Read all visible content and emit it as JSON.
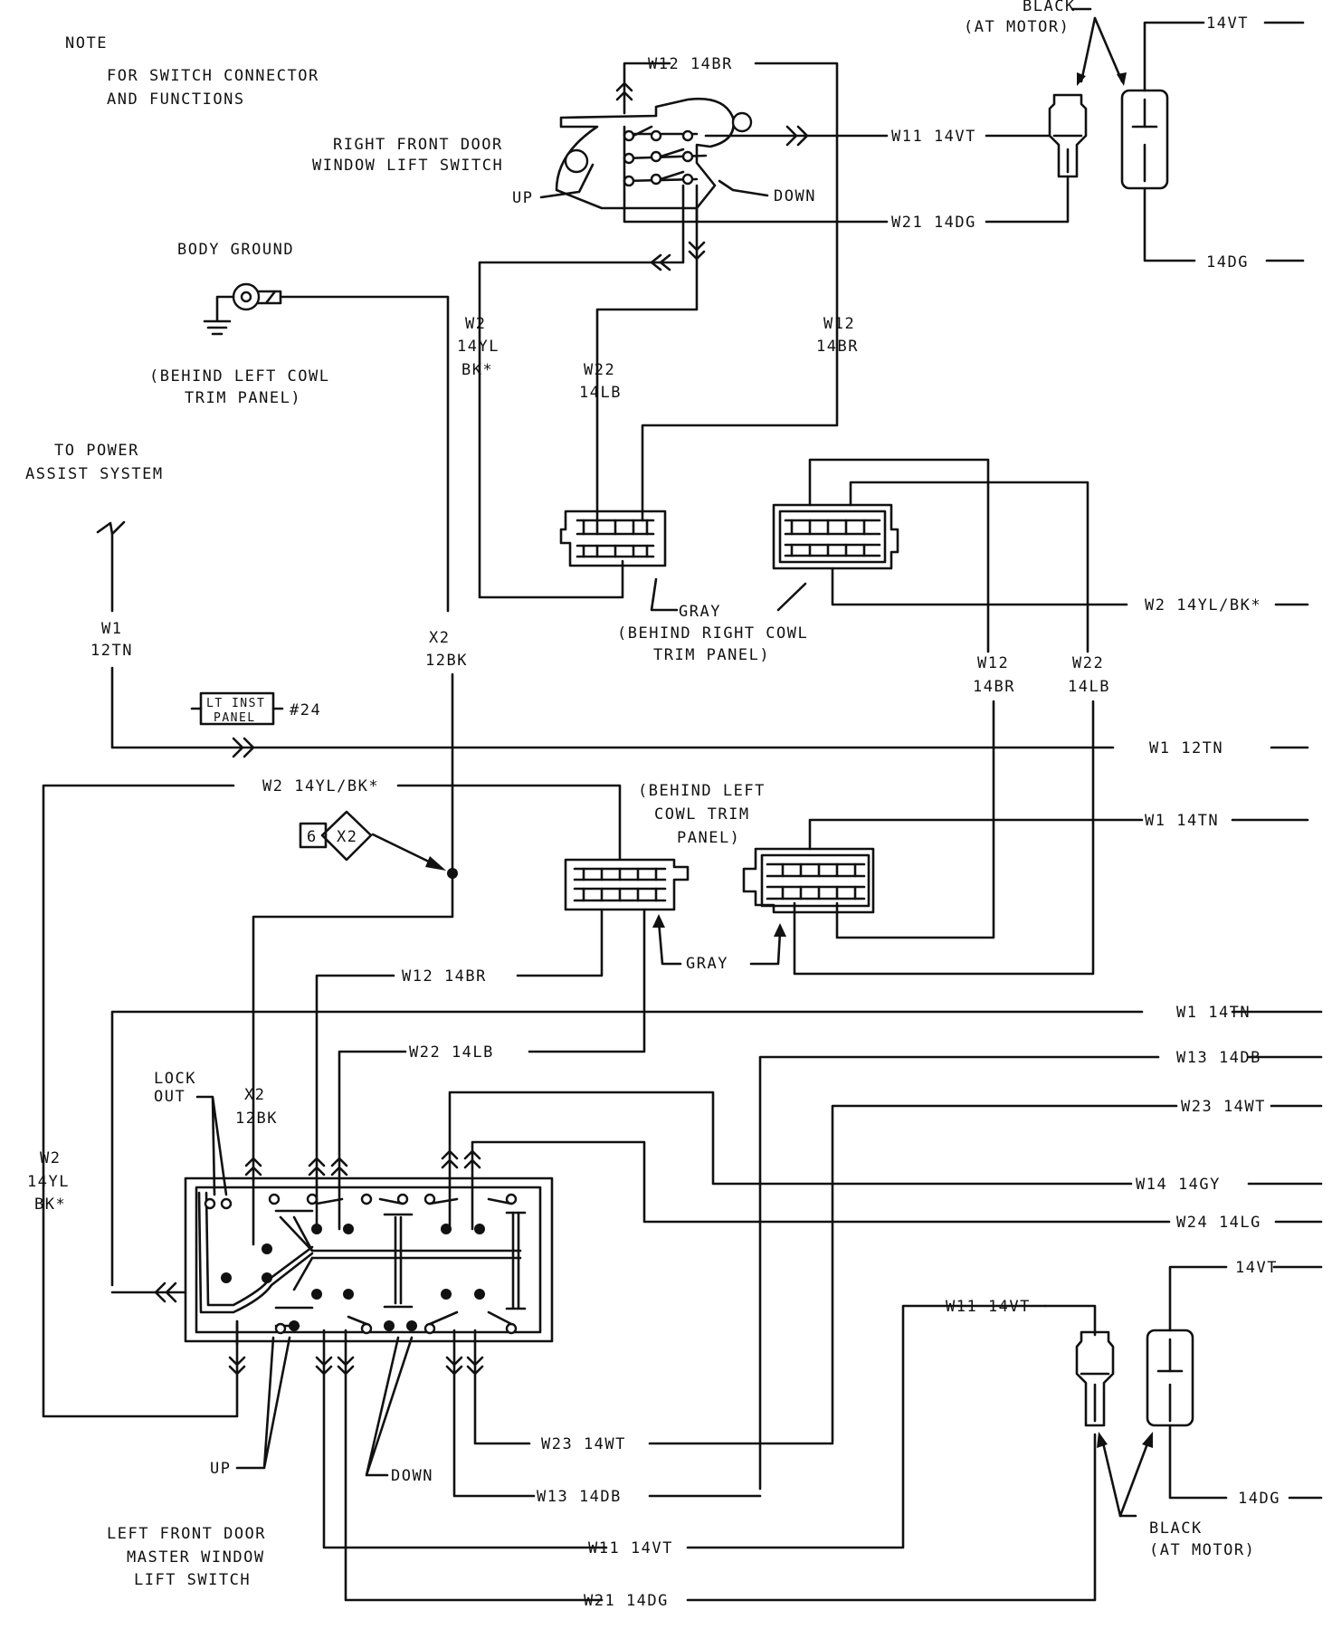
{
  "note": {
    "title": "NOTE",
    "line1": "FOR SWITCH CONNECTOR",
    "line2": "AND FUNCTIONS"
  },
  "right_switch": {
    "line1": "RIGHT FRONT DOOR",
    "line2": "WINDOW LIFT SWITCH",
    "up": "UP",
    "down": "DOWN"
  },
  "body_ground": {
    "title": "BODY GROUND",
    "loc1": "(BEHIND LEFT COWL",
    "loc2": "TRIM PANEL)"
  },
  "power_assist": {
    "line1": "TO POWER",
    "line2": "ASSIST SYSTEM"
  },
  "motor_top": {
    "line1": "BLACK",
    "line2": "(AT MOTOR)",
    "vt": "14VT",
    "dg": "14DG"
  },
  "motor_bottom": {
    "line1": "BLACK",
    "line2": "(AT MOTOR)",
    "vt": "14VT",
    "dg": "14DG"
  },
  "gray_upper": {
    "label": "GRAY",
    "loc1": "(BEHIND RIGHT COWL",
    "loc2": "TRIM PANEL)"
  },
  "gray_lower": {
    "label": "GRAY",
    "loc1": "(BEHIND LEFT",
    "loc2": "COWL TRIM",
    "loc3": "PANEL)"
  },
  "lt_inst": {
    "line1": "LT INST",
    "line2": "PANEL",
    "ref": "#24"
  },
  "splice": {
    "num": "6",
    "id": "X2"
  },
  "left_switch": {
    "line1": "LEFT FRONT DOOR",
    "line2": "MASTER WINDOW",
    "line3": "LIFT SWITCH",
    "lock1": "LOCK",
    "lock2": "OUT",
    "up": "UP",
    "down": "DOWN"
  },
  "wires": {
    "w12_14br": "W12 14BR",
    "w11_14vt": "W11 14VT",
    "w21_14dg": "W21 14DG",
    "w2": "W2",
    "y14yl": "14YL",
    "bk": "BK*",
    "w22": "W22",
    "lb14": "14LB",
    "w12": "W12",
    "br14": "14BR",
    "w2_full": "W2 14YL/BK*",
    "x2": "X2",
    "bk12": "12BK",
    "w1": "W1",
    "tn12": "12TN",
    "w1_12tn": "W1 12TN",
    "w1_14tn": "W1 14TN",
    "w22_14lb": "W22 14LB",
    "w13_14db": "W13 14DB",
    "w23_14wt": "W23 14WT",
    "w14_14gy": "W14 14GY",
    "w24_14lg": "W24 14LG"
  }
}
